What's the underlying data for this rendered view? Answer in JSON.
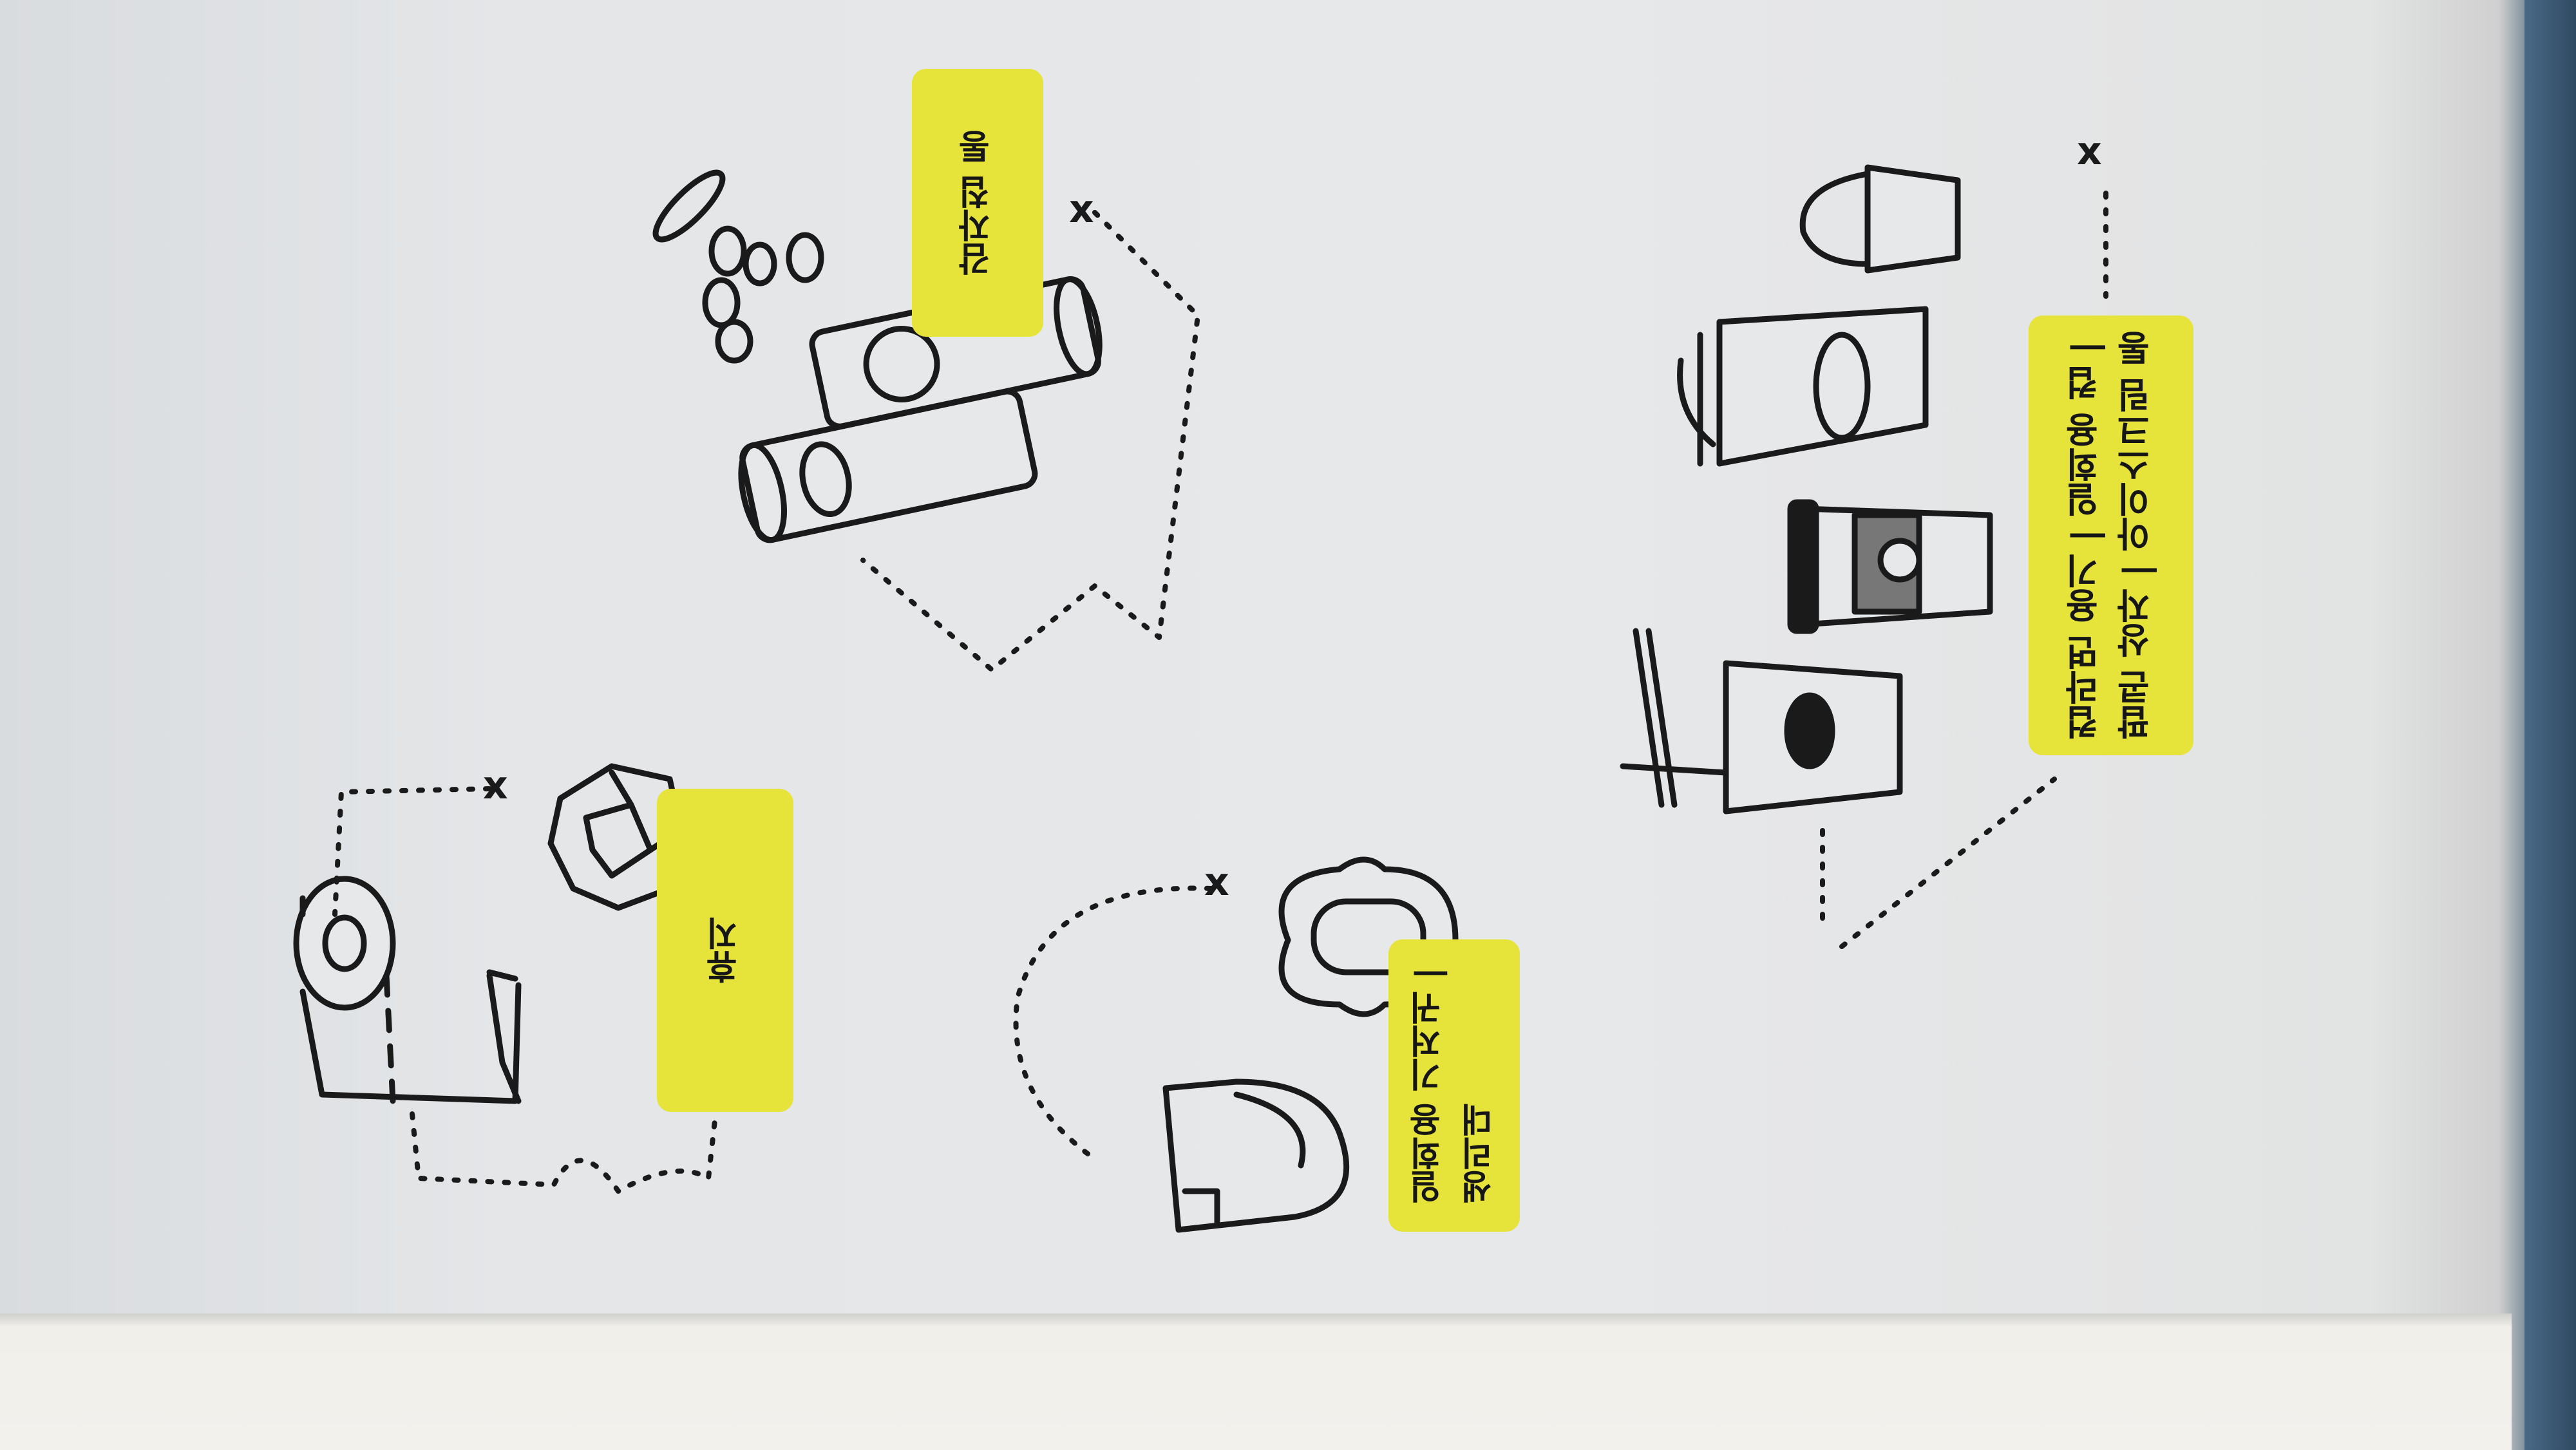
{
  "labels": {
    "tissue": "휴지",
    "chip_can": "감자칩 통",
    "diaper_pad": "일회용 기저귀 |\n생리대",
    "cups": "컵라면 용기 | 일회용 컵 |\n팝콘 상자 | 아이스크림 통"
  },
  "marks": {
    "x": "x"
  },
  "colors": {
    "highlight": "#e6e43a",
    "ink": "#161616",
    "paper": "#e7e8ea"
  }
}
